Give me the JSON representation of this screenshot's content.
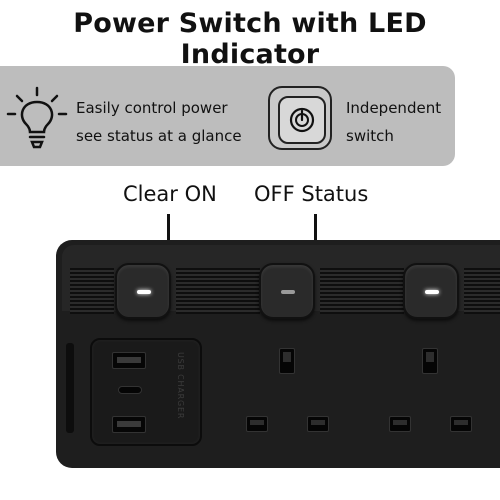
{
  "title": "Power Switch with LED Indicator",
  "features": {
    "left": {
      "icon": "lightbulb-icon",
      "line1": "Easily control power",
      "line2": "see status at a glance"
    },
    "right": {
      "icon": "power-switch-icon",
      "line1": "Independent",
      "line2": "switch"
    }
  },
  "callouts": {
    "on": "Clear ON",
    "off": "OFF Status"
  },
  "product": {
    "usb_label": "USB CHARGER",
    "switches": [
      {
        "led": "on"
      },
      {
        "led": "off"
      },
      {
        "led": "on"
      }
    ],
    "colors": {
      "body": "#1e1e1e",
      "led_on": "#ffffff",
      "led_off": "#9a9a9a",
      "banner": "#bdbdbd"
    }
  }
}
